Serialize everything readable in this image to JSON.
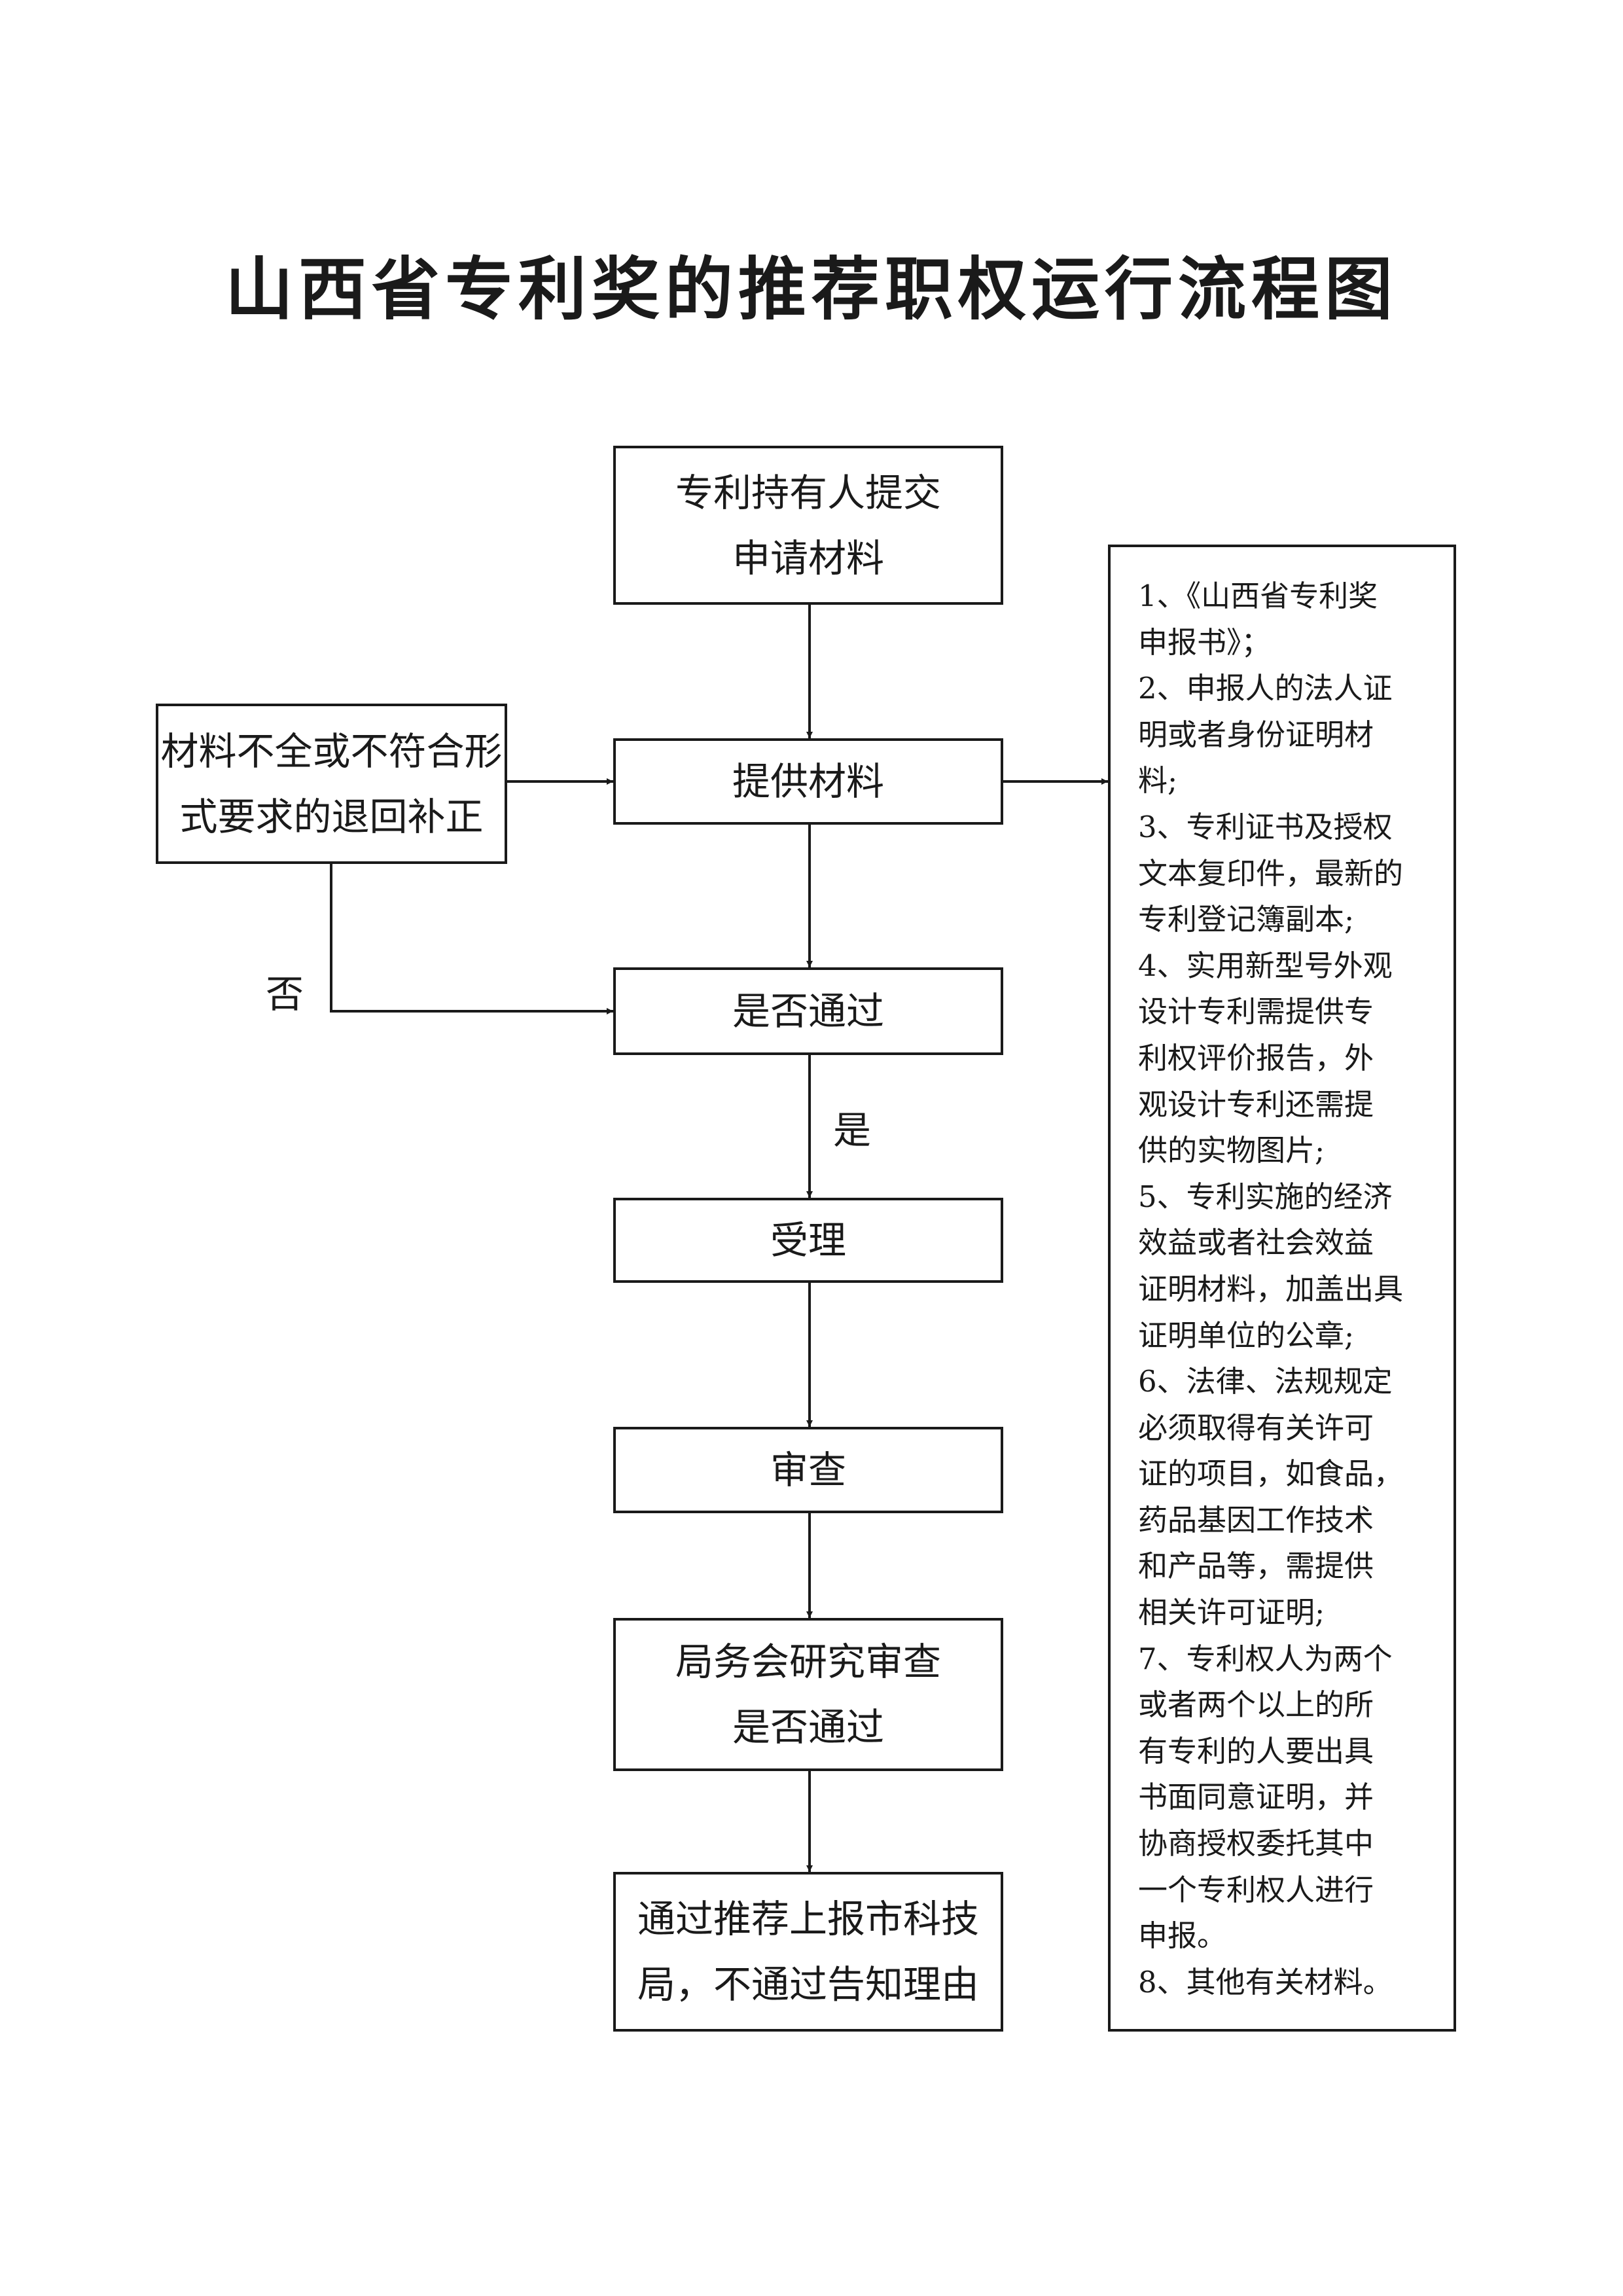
{
  "title": "山西省专利奖的推荐职权运行流程图",
  "flow": {
    "submit": {
      "lines": [
        "专利持有人提交",
        "申请材料"
      ]
    },
    "provide": {
      "lines": [
        "提供材料"
      ]
    },
    "pass_check": {
      "lines": [
        "是否通过"
      ]
    },
    "accept": {
      "lines": [
        "受理"
      ]
    },
    "review": {
      "lines": [
        "审查"
      ]
    },
    "bureau": {
      "lines": [
        "局务会研究审查",
        "是否通过"
      ]
    },
    "result": {
      "lines": [
        "通过推荐上报市科技",
        "局，不通过告知理由"
      ]
    }
  },
  "return_box": {
    "lines": [
      "材料不全或不符合形",
      "式要求的退回补正"
    ]
  },
  "labels": {
    "no": "否",
    "yes": "是"
  },
  "materials": {
    "lines": [
      "1、《山西省专利奖",
      "申报书》；",
      "2、申报人的法人证",
      "明或者身份证明材",
      "料;",
      "3、专利证书及授权",
      "文本复印件，最新的",
      "专利登记簿副本;",
      "4、实用新型号外观",
      "设计专利需提供专",
      "利权评价报告，外",
      "观设计专利还需提",
      "供的实物图片;",
      "5、专利实施的经济",
      "效益或者社会效益",
      "证明材料，加盖出具",
      "证明单位的公章;",
      "6、法律、法规规定",
      "必须取得有关许可",
      "证的项目，如食品，",
      "药品基因工作技术",
      "和产品等，需提供",
      "相关许可证明;",
      "7、专利权人为两个",
      "或者两个以上的所",
      "有专利的人要出具",
      "书面同意证明，并",
      "协商授权委托其中",
      "一个专利权人进行",
      "申报。",
      "8、其他有关材料。"
    ]
  }
}
